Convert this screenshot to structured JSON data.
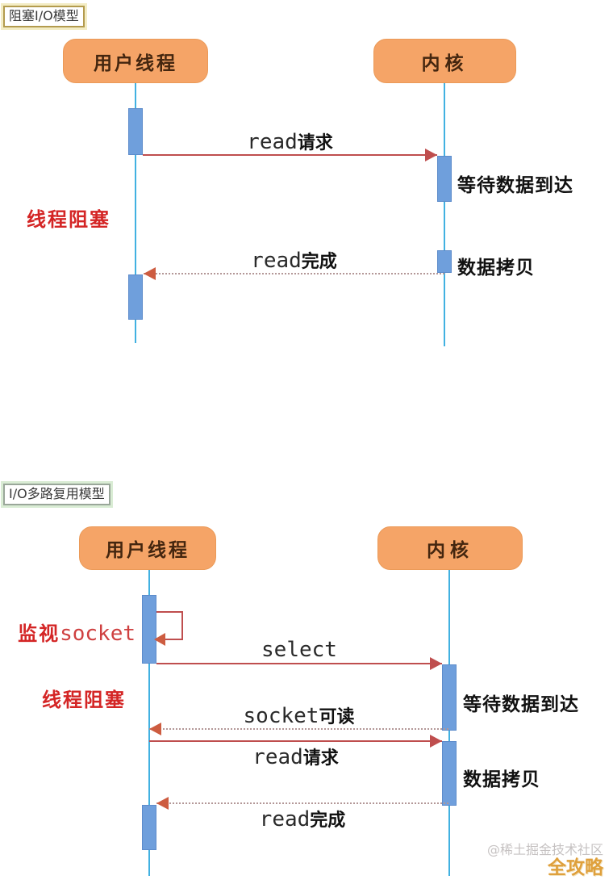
{
  "colors": {
    "actor_fill": "#f5a467",
    "actor_text": "#44260f",
    "lifeline_blue": "#41b1e1",
    "activation_fill": "#6f9fdc",
    "arrow_red": "#bf4e4e",
    "dotted_line_gray": "#b39797",
    "dotted_arrowhead_orange": "#cd5c40",
    "note_red": "#d42525",
    "tag1_border_tan": "#b39b4e",
    "tag2_border_green": "#9aa79a",
    "watermark_gray": "#c6c2c2",
    "watermark_gold": "#dfa03c"
  },
  "diagram1": {
    "tag": "阻塞I/O模型",
    "actors": {
      "user": "用户线程",
      "kernel": "内核"
    },
    "messages": {
      "read_request": {
        "en": "read",
        "zh": "请求"
      },
      "read_complete": {
        "en": "read",
        "zh": "完成"
      }
    },
    "kernel_notes": {
      "wait": "等待数据到达",
      "copy": "数据拷贝"
    },
    "side_note": "线程阻塞"
  },
  "diagram2": {
    "tag": "I/O多路复用模型",
    "actors": {
      "user": "用户线程",
      "kernel": "内核"
    },
    "messages": {
      "monitor": {
        "zh": "监视",
        "en": "socket"
      },
      "select": {
        "en": "select"
      },
      "socket_readable": {
        "en": "socket",
        "zh": "可读"
      },
      "read_request": {
        "en": "read",
        "zh": "请求"
      },
      "read_complete": {
        "en": "read",
        "zh": "完成"
      }
    },
    "kernel_notes": {
      "wait": "等待数据到达",
      "copy": "数据拷贝"
    },
    "side_note": "线程阻塞"
  },
  "watermark": {
    "line1": "@稀土掘金技术社区",
    "line2": "全攻略"
  }
}
